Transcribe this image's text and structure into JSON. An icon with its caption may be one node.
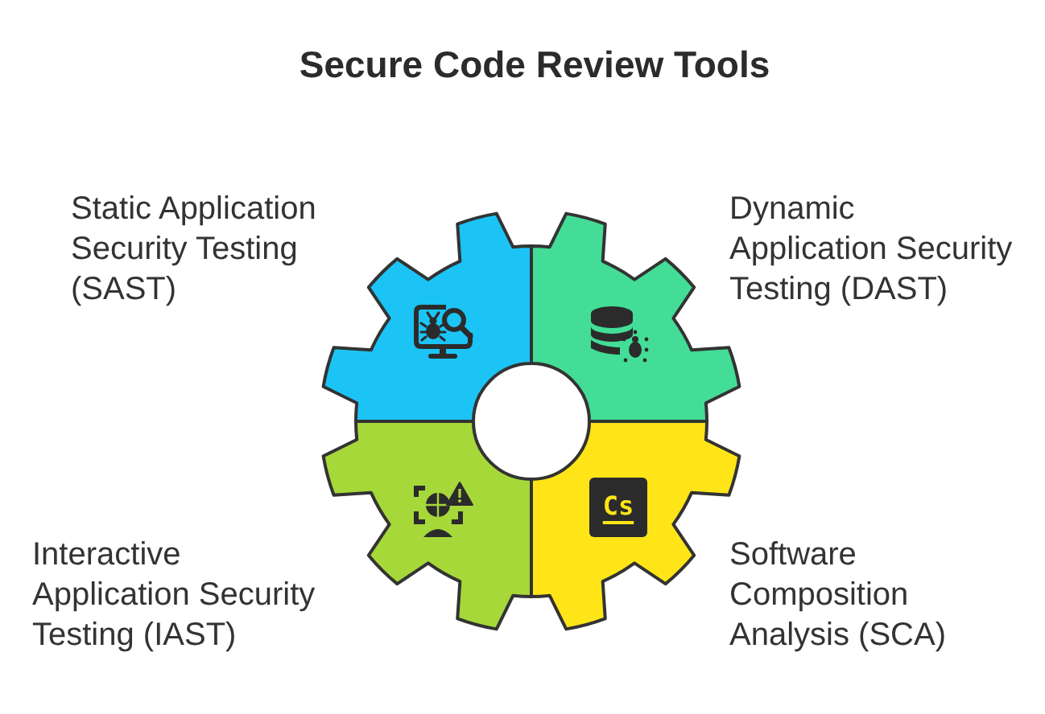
{
  "diagram": {
    "title": "Secure Code Review Tools",
    "nodes": [
      {
        "text": [],
        "shape": "sector",
        "beside": [
          "Static Application Security Testing (SAST)"
        ]
      },
      {
        "text": [],
        "shape": "sector",
        "beside": [
          "Dynamic Application Security Testing (DAST)"
        ]
      },
      {
        "text": [],
        "shape": "sector",
        "beside": [
          "Interactive Application Security Testing (IAST)"
        ]
      },
      {
        "text": [],
        "shape": "sector",
        "beside": [
          "Software Composition Analysis (SCA)"
        ]
      }
    ],
    "labels": [
      "Cs"
    ]
  }
}
